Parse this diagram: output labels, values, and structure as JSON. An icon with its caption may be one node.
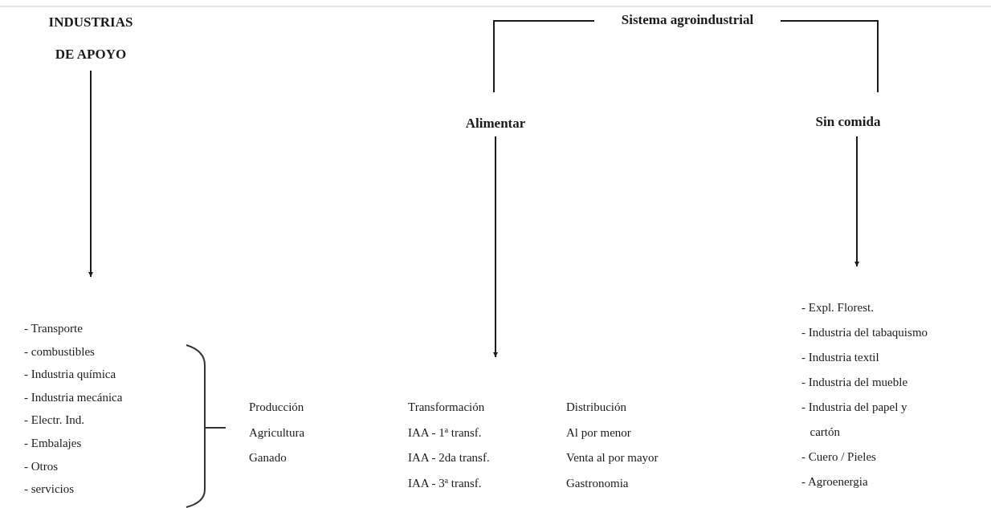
{
  "diagram": {
    "nodes": [
      {
        "text": [
          "INDUSTRIAS DE APOYO"
        ]
      },
      {
        "text": [
          "Sistema agroindustrial"
        ]
      },
      {
        "text": [
          "Alimentar"
        ]
      },
      {
        "text": [
          "Sin comida"
        ]
      },
      {
        "text": [
          "- Transporte",
          "- combustibles",
          "- Industria química",
          "- Industria mecánica",
          "- Electr. Ind.",
          "- Embalajes",
          "- Otros",
          "- servicios"
        ]
      },
      {
        "text": [
          "Producción",
          "Agricultura",
          "Ganado",
          "Transformación",
          "IAA - 1ª transf.",
          "IAA - 2da transf.",
          "IAA - 3ª transf.",
          "Distribución",
          "Al por menor",
          "Venta al por mayor",
          "Gastronomia"
        ]
      },
      {
        "text": [
          "- Expl. Florest.",
          "- Industria del tabaquismo",
          "- Industria textil",
          "- Industria del mueble",
          "- Industria del papel y cartón",
          "- Cuero / Pieles",
          "- Agroenergia"
        ]
      }
    ],
    "edges": [
      {
        "from": 1,
        "to": 2,
        "arrow": "none"
      },
      {
        "from": 1,
        "to": 3,
        "arrow": "none"
      },
      {
        "from": 0,
        "to": 4,
        "arrow": "to"
      },
      {
        "from": 2,
        "to": 5,
        "arrow": "to"
      },
      {
        "from": 3,
        "to": 6,
        "arrow": "to"
      }
    ]
  }
}
